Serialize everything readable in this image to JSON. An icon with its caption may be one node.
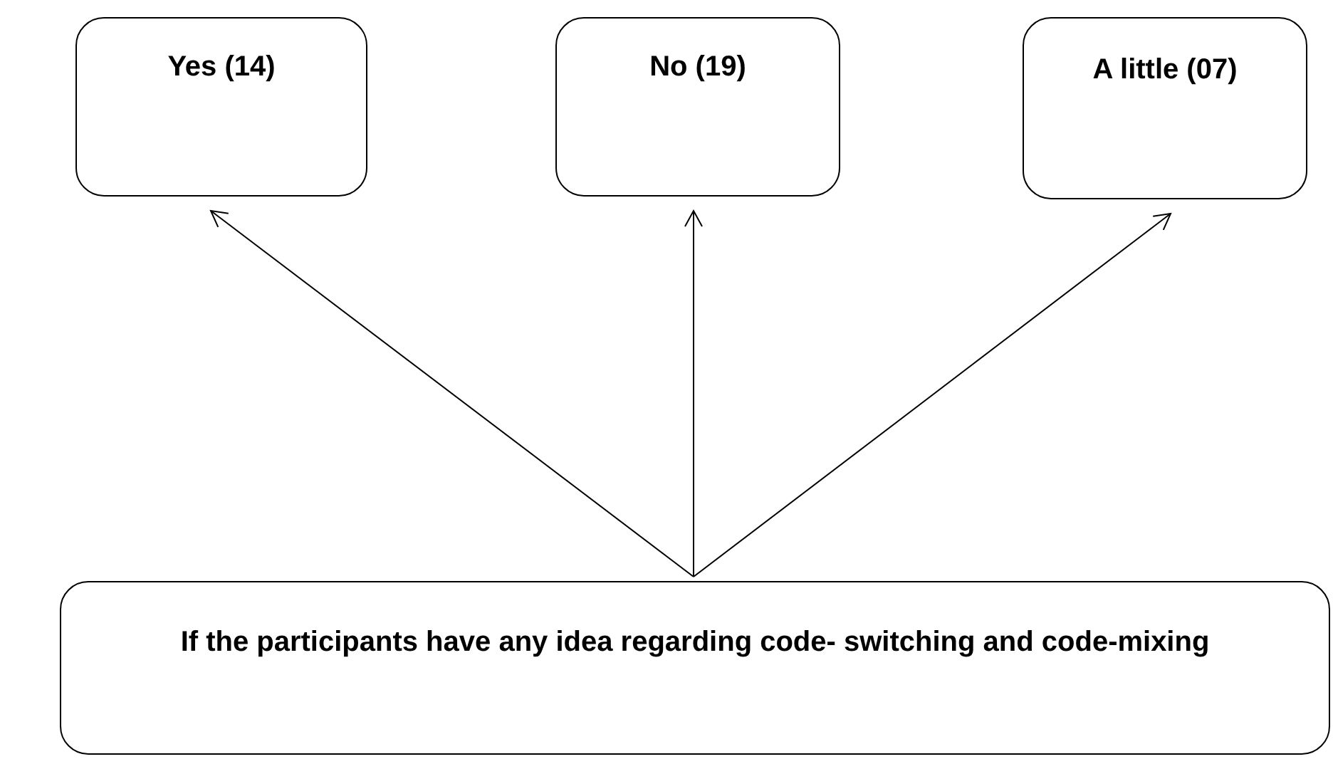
{
  "diagram": {
    "nodes": [
      {
        "text": [
          "Yes (14)"
        ]
      },
      {
        "text": [
          "No (19)"
        ]
      },
      {
        "text": [
          "A little (07)"
        ]
      },
      {
        "text": [
          "If the participants have any idea regarding code- switching and code-mixing"
        ]
      }
    ],
    "edges": [
      {
        "from": 3,
        "to": 0,
        "arrow": "to"
      },
      {
        "from": 3,
        "to": 1,
        "arrow": "to"
      },
      {
        "from": 3,
        "to": 2,
        "arrow": "to"
      }
    ]
  }
}
